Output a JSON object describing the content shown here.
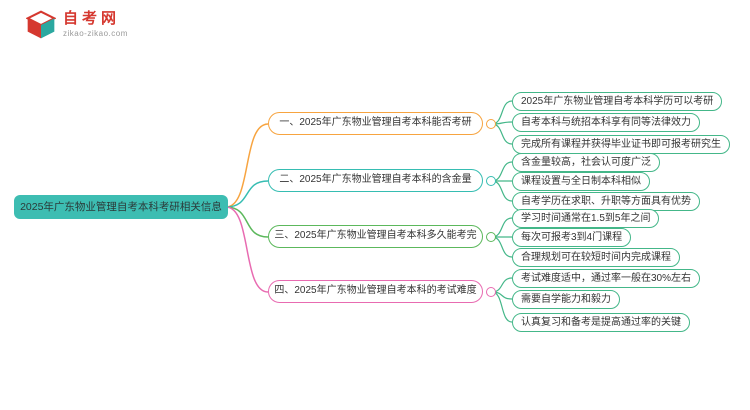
{
  "logo": {
    "name": "自考网",
    "domain": "zikao-zikao.com"
  },
  "center": {
    "label": "2025年广东物业管理自考本科考研相关信息"
  },
  "branches": [
    {
      "label": "一、2025年广东物业管理自考本科能否考研",
      "color": "#f7a440",
      "leaves": [
        "2025年广东物业管理自考本科学历可以考研",
        "自考本科与统招本科享有同等法律效力",
        "完成所有课程并获得毕业证书即可报考研究生"
      ]
    },
    {
      "label": "二、2025年广东物业管理自考本科的含金量",
      "color": "#36bdb2",
      "leaves": [
        "含金量较高，社会认可度广泛",
        "课程设置与全日制本科相似",
        "自考学历在求职、升职等方面具有优势"
      ]
    },
    {
      "label": "三、2025年广东物业管理自考本科多久能考完",
      "color": "#5cb85c",
      "leaves": [
        "学习时间通常在1.5到5年之间",
        "每次可报考3到4门课程",
        "合理规划可在较短时间内完成课程"
      ]
    },
    {
      "label": "四、2025年广东物业管理自考本科的考试难度",
      "color": "#e86bb1",
      "leaves": [
        "考试难度适中，通过率一般在30%左右",
        "需要自学能力和毅力",
        "认真复习和备考是提高通过率的关键"
      ]
    }
  ],
  "colors": {
    "center_bg": "#3dbdb2",
    "leaf_border": "#44b789",
    "branch1": "#f7a440",
    "branch2": "#36bdb2",
    "branch3": "#5cb85c",
    "branch4": "#e86bb1",
    "logo_red": "#d5382f",
    "logo_teal": "#2ba8a0"
  }
}
